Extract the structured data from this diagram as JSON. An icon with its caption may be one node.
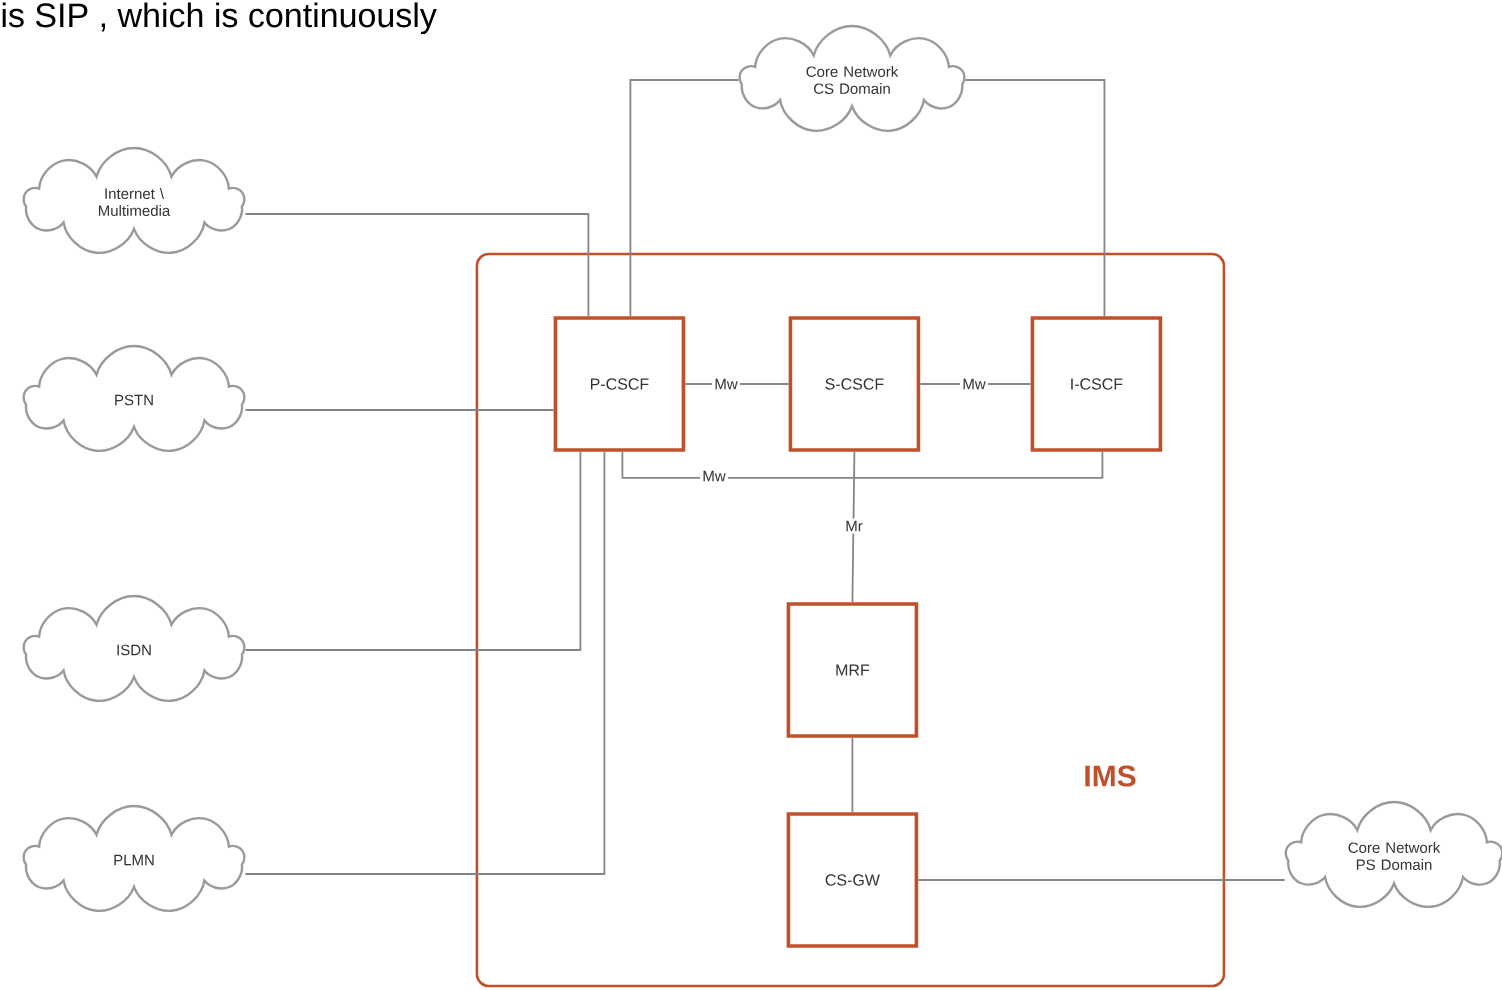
{
  "diagram": {
    "nodes": [
      {
        "text": [
          "IMS"
        ]
      },
      {
        "text": [
          "Core Network CS Domain"
        ]
      },
      {
        "text": [
          "Internet \\ Multimedia"
        ]
      },
      {
        "text": [
          "PSTN"
        ]
      },
      {
        "text": [
          "ISDN"
        ]
      },
      {
        "text": [
          "PLMN"
        ]
      },
      {
        "text": [
          "Core Network PS Domain"
        ]
      },
      {
        "text": [
          "P-CSCF"
        ],
        "in": 0
      },
      {
        "text": [
          "S-CSCF"
        ],
        "in": 0
      },
      {
        "text": [
          "I-CSCF"
        ],
        "in": 0
      },
      {
        "text": [
          "MRF"
        ],
        "in": 0
      },
      {
        "text": [
          "CS-GW"
        ],
        "in": 0
      }
    ],
    "edges": [
      {
        "from": 1,
        "to": 7,
        "arrow": "none"
      },
      {
        "from": 1,
        "to": 9,
        "arrow": "none"
      },
      {
        "from": 2,
        "to": 7,
        "arrow": "none"
      },
      {
        "from": 3,
        "to": 7,
        "arrow": "none"
      },
      {
        "from": 4,
        "to": 7,
        "arrow": "none"
      },
      {
        "from": 5,
        "to": 7,
        "arrow": "none"
      },
      {
        "from": 7,
        "to": 8,
        "arrow": "none",
        "label": "Mw"
      },
      {
        "from": 8,
        "to": 9,
        "arrow": "none",
        "label": "Mw"
      },
      {
        "from": 7,
        "to": 9,
        "arrow": "none",
        "label": "Mw"
      },
      {
        "from": 8,
        "to": 10,
        "arrow": "none",
        "label": "Mr"
      },
      {
        "from": 10,
        "to": 11,
        "arrow": "none"
      },
      {
        "from": 11,
        "to": 6,
        "arrow": "none"
      }
    ],
    "labels": [
      "is SIP , which is continuously"
    ]
  }
}
